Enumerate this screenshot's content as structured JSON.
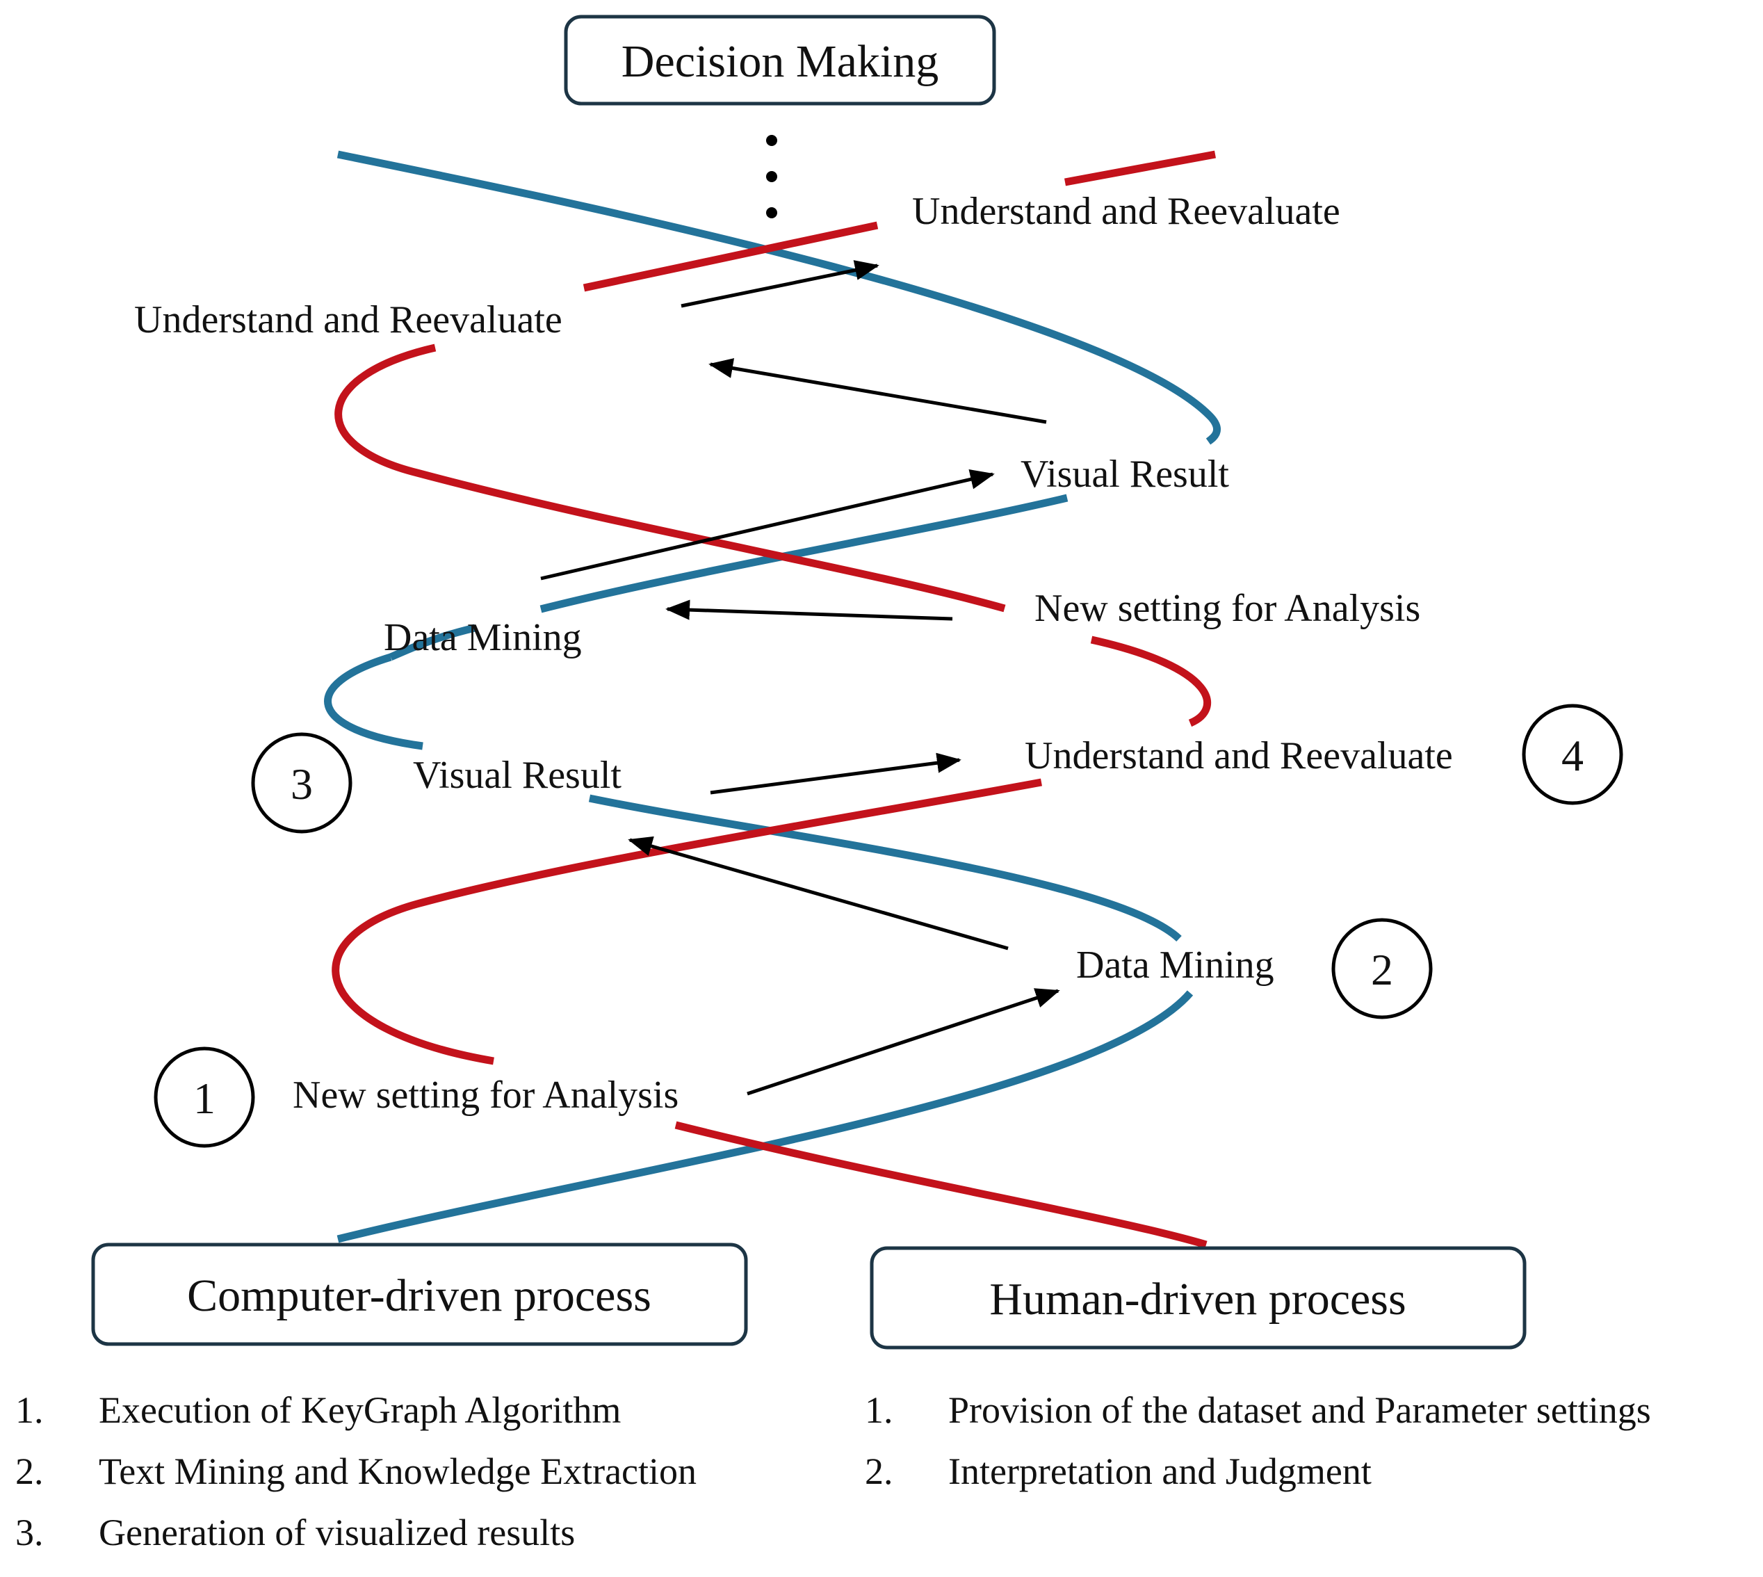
{
  "colors": {
    "computer_strand": "#23739a",
    "human_strand": "#c3121b",
    "box_border": "#1d3545",
    "arrow": "#000000"
  },
  "top_box": {
    "label": "Decision Making"
  },
  "ellipsis_dots": 3,
  "nodes": {
    "understand_top_right": "Understand and Reevaluate",
    "understand_left": "Understand and Reevaluate",
    "visual_result_right": "Visual Result",
    "new_setting_right": "New setting for Analysis",
    "data_mining_left": "Data Mining",
    "visual_result_left": "Visual Result",
    "understand_right": "Understand and Reevaluate",
    "data_mining_right": "Data Mining",
    "new_setting_left": "New setting for Analysis"
  },
  "step_circles": [
    "1",
    "2",
    "3",
    "4"
  ],
  "bottom_boxes": {
    "computer": "Computer-driven process",
    "human": "Human-driven process"
  },
  "computer_list": [
    {
      "num": "1.",
      "text": "Execution of  KeyGraph Algorithm"
    },
    {
      "num": "2.",
      "text": "Text Mining and Knowledge Extraction"
    },
    {
      "num": "3.",
      "text": "Generation of visualized results"
    }
  ],
  "human_list": [
    {
      "num": "1.",
      "text": "Provision of the dataset and Parameter settings"
    },
    {
      "num": "2.",
      "text": "Interpretation and Judgment"
    }
  ]
}
